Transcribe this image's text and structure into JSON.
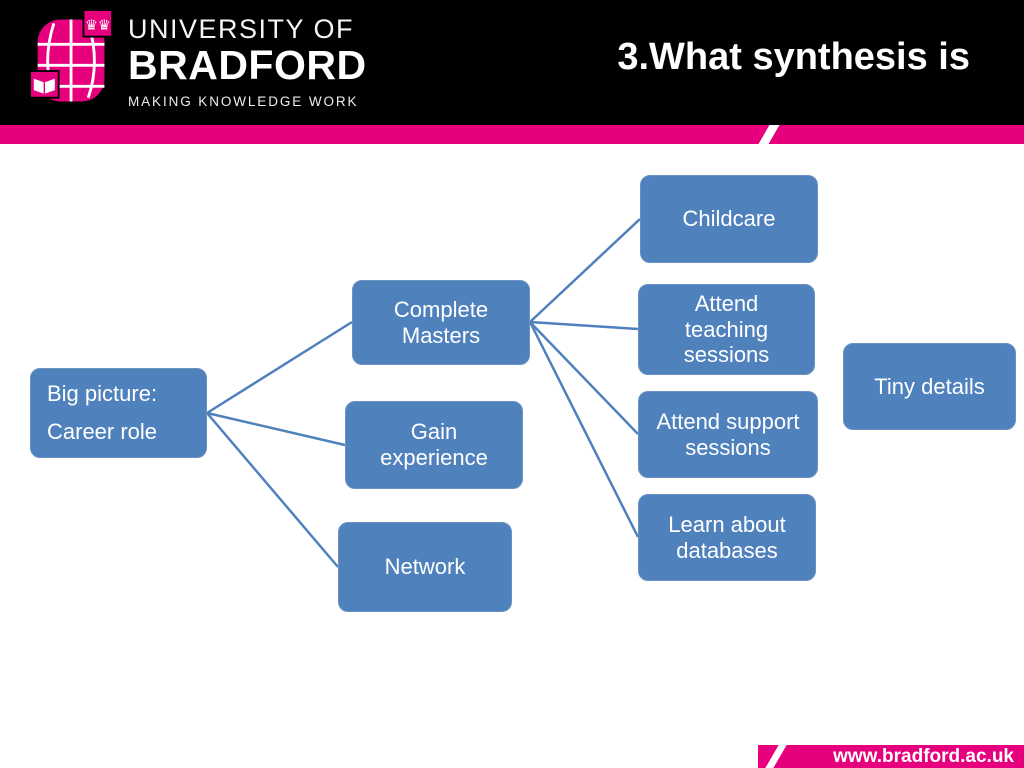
{
  "header": {
    "title": "3.What synthesis is",
    "logo": {
      "university_of": "UNIVERSITY OF",
      "bradford": "BRADFORD",
      "tagline": "MAKING KNOWLEDGE WORK",
      "crown_glyphs": "♛♛"
    }
  },
  "footer": {
    "url": "www.bradford.ac.uk"
  },
  "colors": {
    "brand_pink": "#e6007e",
    "node_blue": "#4f81bd",
    "header_black": "#000000"
  },
  "diagram": {
    "nodes": [
      {
        "id": "big-picture",
        "label": "Big picture:\nCareer role"
      },
      {
        "id": "complete-masters",
        "label": "Complete\nMasters"
      },
      {
        "id": "gain-experience",
        "label": "Gain\nexperience"
      },
      {
        "id": "network",
        "label": "Network"
      },
      {
        "id": "childcare",
        "label": "Childcare"
      },
      {
        "id": "attend-teaching",
        "label": "Attend\nteaching\nsessions"
      },
      {
        "id": "attend-support",
        "label": "Attend support\nsessions"
      },
      {
        "id": "learn-databases",
        "label": "Learn about\ndatabases"
      },
      {
        "id": "tiny-details",
        "label": "Tiny details"
      }
    ]
  }
}
